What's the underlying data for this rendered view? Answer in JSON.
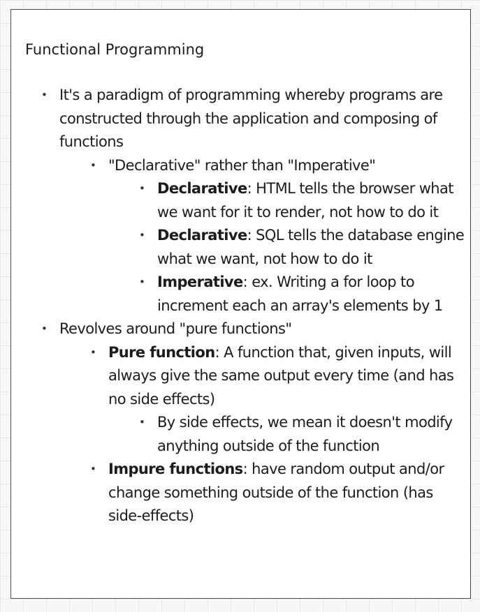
{
  "note": {
    "title": "Functional Programming",
    "items": [
      {
        "text": "It's a paradigm of programming whereby programs are constructed through the application and composing of functions",
        "children": [
          {
            "text": "\"Declarative\" rather than \"Imperative\"",
            "children": [
              {
                "term": "Declarative",
                "text": ": HTML tells the browser what we want for it to render, not how to do it"
              },
              {
                "term": "Declarative",
                "text": ": SQL tells the database engine what we want, not how to do it"
              },
              {
                "term": "Imperative",
                "text": ": ex. Writing a for loop to increment each an array's elements by 1"
              }
            ]
          }
        ]
      },
      {
        "text": "Revolves around \"pure functions\"",
        "children": [
          {
            "term": "Pure function",
            "text": ": A function that, given inputs, will always give the same output every time (and has no side effects)",
            "children": [
              {
                "text": "By side effects, we mean it doesn't modify anything outside of the function"
              }
            ]
          },
          {
            "term": "Impure functions",
            "text": ": have random output and/or change something outside of the function (has side-effects)"
          }
        ]
      }
    ]
  }
}
